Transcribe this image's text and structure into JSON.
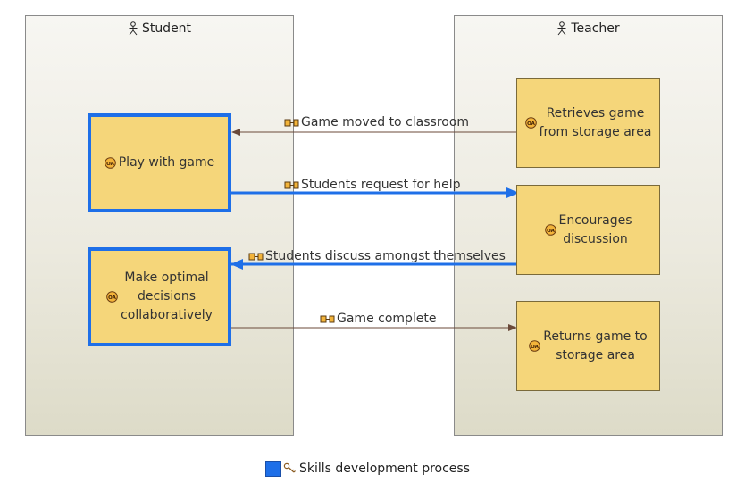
{
  "lanes": {
    "student": {
      "title": "Student"
    },
    "teacher": {
      "title": "Teacher"
    }
  },
  "activities": {
    "play": {
      "label": "Play with game"
    },
    "decide": {
      "label_lines": [
        "Make optimal",
        "decisions",
        "collaboratively"
      ]
    },
    "retrieve": {
      "label_lines": [
        "Retrieves game",
        "from storage area"
      ]
    },
    "encourage": {
      "label_lines": [
        "Encourages",
        "discussion"
      ]
    },
    "returns": {
      "label_lines": [
        "Returns game to",
        "storage area"
      ]
    }
  },
  "exchanges": {
    "moved": {
      "label": "Game moved to classroom"
    },
    "help": {
      "label": "Students request for help"
    },
    "discuss": {
      "label": "Students discuss amongst themselves"
    },
    "complete": {
      "label": "Game complete"
    }
  },
  "legend": {
    "label": "Skills development process",
    "color": "#1e6fe8"
  },
  "colors": {
    "activity_fill": "#f5d67a",
    "highlight": "#1e6fe8",
    "flow": "#6b4a3a"
  }
}
